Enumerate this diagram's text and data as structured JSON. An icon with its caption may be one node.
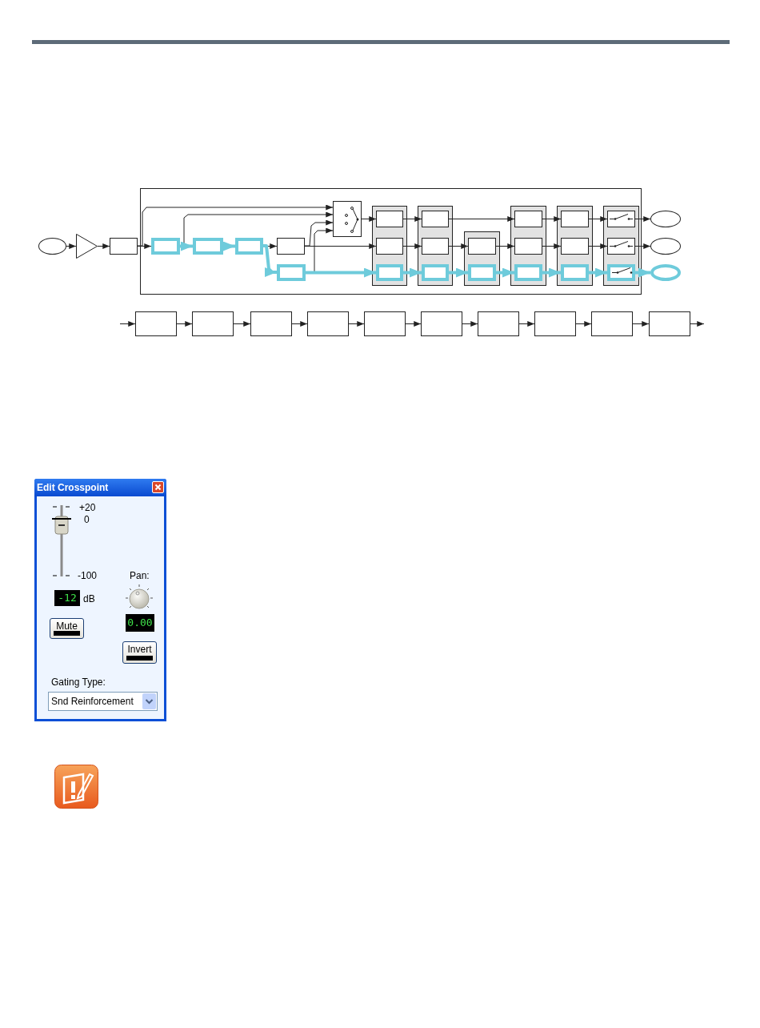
{
  "diagram": {
    "nodes": [
      {
        "text": [],
        "shape": "ellipse"
      },
      {
        "text": [],
        "shape": "triangle"
      },
      {
        "text": [],
        "shape": "box"
      },
      {
        "text": [],
        "shape": "box"
      },
      {
        "text": [],
        "shape": "box",
        "in": 3
      },
      {
        "text": [],
        "shape": "box",
        "in": 3
      },
      {
        "text": [],
        "shape": "box",
        "in": 3
      },
      {
        "text": [],
        "shape": "box",
        "in": 3
      },
      {
        "text": [],
        "shape": "box",
        "in": 3
      },
      {
        "text": [],
        "shape": "box",
        "in": 3
      },
      {
        "text": [],
        "shape": "box",
        "in": 3
      },
      {
        "text": [],
        "shape": "box",
        "in": 3
      },
      {
        "text": [],
        "shape": "box",
        "in": 3
      },
      {
        "text": [],
        "shape": "box",
        "in": 3
      },
      {
        "text": [],
        "shape": "box",
        "in": 3
      },
      {
        "text": [],
        "shape": "box",
        "in": 3
      },
      {
        "text": [],
        "shape": "box",
        "in": 10
      },
      {
        "text": [],
        "shape": "box",
        "in": 10
      },
      {
        "text": [],
        "shape": "box",
        "in": 10
      },
      {
        "text": [],
        "shape": "box",
        "in": 11
      },
      {
        "text": [],
        "shape": "box",
        "in": 11
      },
      {
        "text": [],
        "shape": "box",
        "in": 11
      },
      {
        "text": [],
        "shape": "box",
        "in": 12
      },
      {
        "text": [],
        "shape": "box",
        "in": 12
      },
      {
        "text": [],
        "shape": "box",
        "in": 13
      },
      {
        "text": [],
        "shape": "box",
        "in": 13
      },
      {
        "text": [],
        "shape": "box",
        "in": 13
      },
      {
        "text": [],
        "shape": "box",
        "in": 14
      },
      {
        "text": [],
        "shape": "box",
        "in": 14
      },
      {
        "text": [],
        "shape": "box",
        "in": 14
      },
      {
        "text": [],
        "shape": "box",
        "in": 15
      },
      {
        "text": [],
        "shape": "box",
        "in": 15
      },
      {
        "text": [],
        "shape": "box",
        "in": 15
      },
      {
        "text": [],
        "shape": "ellipse"
      },
      {
        "text": [],
        "shape": "ellipse"
      },
      {
        "text": [],
        "shape": "ellipse"
      },
      {
        "text": [],
        "shape": "box"
      },
      {
        "text": [],
        "shape": "box"
      },
      {
        "text": [],
        "shape": "box"
      },
      {
        "text": [],
        "shape": "box"
      },
      {
        "text": [],
        "shape": "box"
      },
      {
        "text": [],
        "shape": "box"
      },
      {
        "text": [],
        "shape": "box"
      },
      {
        "text": [],
        "shape": "box"
      },
      {
        "text": [],
        "shape": "box"
      },
      {
        "text": [],
        "shape": "box"
      }
    ],
    "edges": [
      {
        "from": 0,
        "to": 1,
        "arrow": "to"
      },
      {
        "from": 1,
        "to": 2,
        "arrow": "to"
      },
      {
        "from": 2,
        "to": 4,
        "arrow": "to"
      },
      {
        "from": 2,
        "to": 9,
        "arrow": "to"
      },
      {
        "from": 4,
        "to": 9,
        "arrow": "to"
      },
      {
        "from": 4,
        "to": 5,
        "arrow": "to",
        "style": "thick",
        "color": "#6ecbdb"
      },
      {
        "from": 5,
        "to": 6,
        "arrow": "to",
        "style": "thick",
        "color": "#6ecbdb"
      },
      {
        "from": 6,
        "to": 7,
        "arrow": "to"
      },
      {
        "from": 6,
        "to": 8,
        "arrow": "to",
        "style": "thick",
        "color": "#6ecbdb"
      },
      {
        "from": 7,
        "to": 9,
        "arrow": "to"
      },
      {
        "from": 8,
        "to": 9,
        "arrow": "to"
      },
      {
        "from": 7,
        "to": 17,
        "arrow": "to"
      },
      {
        "from": 9,
        "to": 16,
        "arrow": "to"
      },
      {
        "from": 8,
        "to": 18,
        "arrow": "to",
        "style": "thick",
        "color": "#6ecbdb"
      },
      {
        "from": 16,
        "to": 19,
        "arrow": "to"
      },
      {
        "from": 17,
        "to": 20,
        "arrow": "to"
      },
      {
        "from": 18,
        "to": 21,
        "arrow": "to",
        "style": "thick",
        "color": "#6ecbdb"
      },
      {
        "from": 19,
        "to": 24,
        "arrow": "to"
      },
      {
        "from": 20,
        "to": 22,
        "arrow": "to"
      },
      {
        "from": 21,
        "to": 23,
        "arrow": "to",
        "style": "thick",
        "color": "#6ecbdb"
      },
      {
        "from": 22,
        "to": 25,
        "arrow": "to"
      },
      {
        "from": 23,
        "to": 26,
        "arrow": "to",
        "style": "thick",
        "color": "#6ecbdb"
      },
      {
        "from": 24,
        "to": 27,
        "arrow": "to"
      },
      {
        "from": 25,
        "to": 28,
        "arrow": "to"
      },
      {
        "from": 26,
        "to": 29,
        "arrow": "to",
        "style": "thick",
        "color": "#6ecbdb"
      },
      {
        "from": 27,
        "to": 30,
        "arrow": "to"
      },
      {
        "from": 28,
        "to": 31,
        "arrow": "to"
      },
      {
        "from": 29,
        "to": 32,
        "arrow": "to",
        "style": "thick",
        "color": "#6ecbdb"
      },
      {
        "from": 30,
        "to": 33,
        "arrow": "to"
      },
      {
        "from": 31,
        "to": 34,
        "arrow": "to"
      },
      {
        "from": 32,
        "to": 35,
        "arrow": "to",
        "style": "thick",
        "color": "#6ecbdb"
      },
      {
        "from": null,
        "to": 36,
        "arrow": "to"
      },
      {
        "from": 36,
        "to": 37,
        "arrow": "to"
      },
      {
        "from": 37,
        "to": 38,
        "arrow": "to"
      },
      {
        "from": 38,
        "to": 39,
        "arrow": "to"
      },
      {
        "from": 39,
        "to": 40,
        "arrow": "to"
      },
      {
        "from": 40,
        "to": 41,
        "arrow": "to"
      },
      {
        "from": 41,
        "to": 42,
        "arrow": "to"
      },
      {
        "from": 42,
        "to": 43,
        "arrow": "to"
      },
      {
        "from": 43,
        "to": 44,
        "arrow": "to"
      },
      {
        "from": 44,
        "to": 45,
        "arrow": "to"
      },
      {
        "from": 45,
        "to": null,
        "arrow": "to"
      }
    ],
    "labels": [
      "Edit Crosspoint",
      "+20",
      "0",
      "-100",
      "-12",
      "dB",
      "Pan:",
      "0.00",
      "Mute",
      "Invert",
      "Gating Type:",
      "Snd Reinforcement"
    ]
  }
}
